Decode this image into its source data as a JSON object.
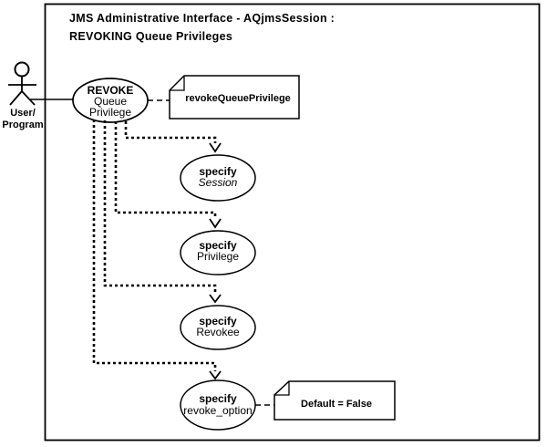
{
  "diagram_type": "uml-use-case",
  "colors": {
    "ink": "#000000",
    "paper": "#ffffff"
  },
  "title": {
    "line1": "JMS Administrative Interface - AQjmsSession :",
    "line2": "REVOKING Queue Privileges"
  },
  "actor": {
    "name": "User/Program",
    "label1": "User/",
    "label2": "Program"
  },
  "main_use_case": {
    "line1": "REVOKE",
    "line2": "Queue",
    "line3": "Privilege"
  },
  "steps": [
    {
      "verb": "specify",
      "object": "Session"
    },
    {
      "verb": "specify",
      "object": "Privilege"
    },
    {
      "verb": "specify",
      "object": "Revokee"
    },
    {
      "verb": "specify",
      "object": "revoke_option"
    }
  ],
  "notes": {
    "method": "revokeQueuePrivilege",
    "default": "Default = False"
  }
}
